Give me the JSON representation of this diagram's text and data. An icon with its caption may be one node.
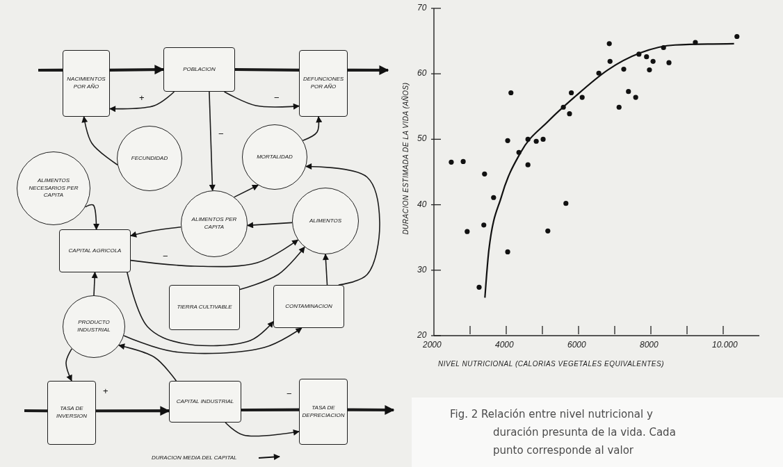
{
  "diagram": {
    "caption": "Fig. 2 Relación entre nivel nutricional y duración presunta de la vida. Cada punto corresponde al valor",
    "nodes": [
      {
        "text": [
          "NACIMIENTOS POR AÑO"
        ]
      },
      {
        "text": [
          "POBLACION"
        ]
      },
      {
        "text": [
          "DEFUNCIONES POR AÑO"
        ]
      },
      {
        "text": [
          "FECUNDIDAD"
        ]
      },
      {
        "text": [
          "MORTALIDAD"
        ]
      },
      {
        "text": [
          "ALIMENTOS NECESARIOS PER CAPITA"
        ]
      },
      {
        "text": [
          "ALIMENTOS PER CAPITA"
        ]
      },
      {
        "text": [
          "ALIMENTOS"
        ]
      },
      {
        "text": [
          "CAPITAL AGRICOLA"
        ]
      },
      {
        "text": [
          "TIERRA CULTIVABLE"
        ]
      },
      {
        "text": [
          "CONTAMINACION"
        ]
      },
      {
        "text": [
          "PRODUCTO INDUSTRIAL"
        ]
      },
      {
        "text": [
          "TASA DE INVERSION"
        ]
      },
      {
        "text": [
          "CAPITAL INDUSTRIAL"
        ]
      },
      {
        "text": [
          "TASA DE DEPRECIACION"
        ]
      }
    ],
    "edges": [
      {
        "from": null,
        "to": 0,
        "arrow": "none",
        "style": "thick"
      },
      {
        "from": 0,
        "to": 1,
        "arrow": "to",
        "style": "thick"
      },
      {
        "from": 1,
        "to": 2,
        "arrow": "none",
        "style": "thick"
      },
      {
        "from": 2,
        "to": null,
        "arrow": "to",
        "style": "thick"
      },
      {
        "from": 1,
        "to": 0,
        "arrow": "to",
        "label": "+"
      },
      {
        "from": 1,
        "to": 2,
        "arrow": "to",
        "label": "−"
      },
      {
        "from": 1,
        "to": 6,
        "arrow": "to",
        "label": "−"
      },
      {
        "from": 3,
        "to": 0,
        "arrow": "to"
      },
      {
        "from": 4,
        "to": 2,
        "arrow": "to"
      },
      {
        "from": 6,
        "to": 4,
        "arrow": "to"
      },
      {
        "from": 10,
        "to": 4,
        "arrow": "to"
      },
      {
        "from": 7,
        "to": 6,
        "arrow": "to"
      },
      {
        "from": 6,
        "to": 8,
        "arrow": "to"
      },
      {
        "from": 5,
        "to": 8,
        "arrow": "to"
      },
      {
        "from": 8,
        "to": 7,
        "arrow": "to",
        "label": "−"
      },
      {
        "from": 9,
        "to": 7,
        "arrow": "to"
      },
      {
        "from": 10,
        "to": 7,
        "arrow": "to"
      },
      {
        "from": 11,
        "to": 8,
        "arrow": "to"
      },
      {
        "from": 8,
        "to": 10,
        "arrow": "to"
      },
      {
        "from": 11,
        "to": 10,
        "arrow": "to"
      },
      {
        "from": 11,
        "to": 12,
        "arrow": "to"
      },
      {
        "from": 13,
        "to": 11,
        "arrow": "to"
      },
      {
        "from": null,
        "to": 12,
        "arrow": "none",
        "style": "thick"
      },
      {
        "from": 12,
        "to": 13,
        "arrow": "to",
        "style": "thick",
        "label": "+"
      },
      {
        "from": 13,
        "to": 14,
        "arrow": "none",
        "style": "thick",
        "label": "−"
      },
      {
        "from": 14,
        "to": null,
        "arrow": "to",
        "style": "thick"
      },
      {
        "from": 13,
        "to": 14,
        "arrow": "to"
      }
    ],
    "labels": [
      "DURACION MEDIA DEL CAPITAL"
    ],
    "chart_data": {
      "type": "scatter",
      "xlabel": "NIVEL NUTRICIONAL (CALORIAS VEGETALES EQUIVALENTES)",
      "ylabel": "DURACION ESTIMADA DE LA VIDA (AÑOS)",
      "xlim": [
        2000,
        11000
      ],
      "ylim": [
        20,
        70
      ],
      "xticks": [
        2000,
        4000,
        6000,
        8000,
        {
          "value": 10000,
          "label": "10.000"
        }
      ],
      "yticks": [
        20,
        30,
        40,
        50,
        60,
        70
      ],
      "x": [
        2480,
        2810,
        2920,
        3400,
        3380,
        3650,
        3250,
        4040,
        4130,
        4040,
        4350,
        4600,
        4600,
        4830,
        5020,
        5150,
        5580,
        5750,
        5650,
        5800,
        6100,
        6560,
        6850,
        6870,
        7120,
        7250,
        7380,
        7580,
        7670,
        7880,
        7960,
        8060,
        8350,
        8500,
        9230,
        10380,
        3410,
        3520,
        3870,
        4400,
        5170,
        5920,
        6810,
        7710,
        8670,
        10300
      ],
      "series": [
        {
          "type": "scatter",
          "color": "#111111",
          "values": [
            46.5,
            46.6,
            35.9,
            44.7,
            36.9,
            41.1,
            27.4,
            49.8,
            57.1,
            32.8,
            48.0,
            50.0,
            46.1,
            49.7,
            50.0,
            36.0,
            54.9,
            53.9,
            40.2,
            57.1,
            56.4,
            60.1,
            64.6,
            61.9,
            54.9,
            60.7,
            57.3,
            56.4,
            63.0,
            62.6,
            60.6,
            61.9,
            64.0,
            61.7,
            64.8,
            65.7,
            null,
            null,
            null,
            null,
            null,
            null,
            null,
            null,
            null,
            null
          ]
        },
        {
          "type": "line",
          "color": "#111111",
          "values": [
            null,
            null,
            null,
            null,
            null,
            null,
            null,
            null,
            null,
            null,
            null,
            null,
            null,
            null,
            null,
            null,
            null,
            null,
            null,
            null,
            null,
            null,
            null,
            null,
            null,
            null,
            null,
            null,
            null,
            null,
            null,
            null,
            null,
            null,
            null,
            null,
            25.8,
            33.1,
            41.3,
            48.0,
            52.8,
            56.6,
            60.6,
            63.2,
            64.4,
            64.6
          ]
        }
      ]
    }
  }
}
